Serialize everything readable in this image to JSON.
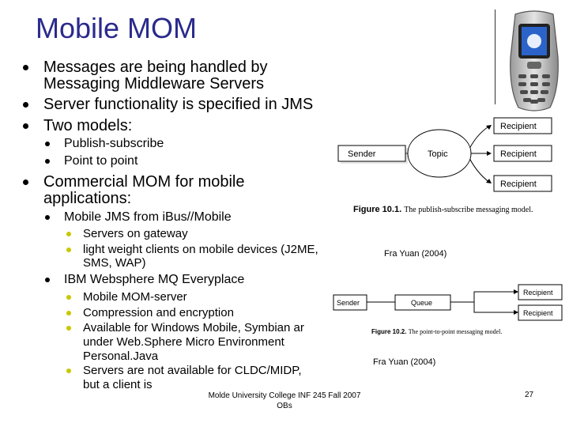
{
  "slide": {
    "title": "Mobile MOM",
    "bullets": {
      "messages_line1": "Messages are being handled by",
      "messages_line2": "Messaging Middleware Servers",
      "server_functionality": "Server functionality is specified in JMS",
      "two_models": "Two models:",
      "publish_subscribe": "Publish-subscribe",
      "point_to_point": "Point to point",
      "commercial_line1": "Commercial MOM for mobile",
      "commercial_line2": "applications:",
      "ibus_title": "Mobile JMS from iBus//Mobile",
      "ibus_gateway": "Servers on gateway",
      "ibus_clients_line1": "light weight clients on mobile devices (J2ME,",
      "ibus_clients_line2": "SMS, WAP)",
      "ibm_title": "IBM Websphere MQ Everyplace",
      "ibm_server": "Mobile MOM-server",
      "ibm_compression": "Compression and encryption",
      "ibm_available_line1": "Available for Windows Mobile, Symbian ar",
      "ibm_available_line2": "under Web.Sphere Micro Environment",
      "ibm_available_line3": "Personal.Java",
      "ibm_cldc_line1": "Servers are not available for CLDC/MIDP,",
      "ibm_cldc_line2": "but a client is"
    },
    "fig1": {
      "sender": "Sender",
      "topic": "Topic",
      "recipient": "Recipient",
      "caption_bold": "Figure 10.1.",
      "caption_text": "The publish-subscribe messaging model.",
      "credit": "Fra Yuan (2004)"
    },
    "fig2": {
      "sender": "Sender",
      "queue": "Queue",
      "recipient": "Recipient",
      "caption_bold": "Figure 10.2.",
      "caption_text": "The point-to-point messaging model.",
      "credit": "Fra Yuan (2004)"
    },
    "footer": {
      "line1": "Molde University College INF 245 Fall 2007",
      "line2": "OBs",
      "page": "27"
    },
    "colors": {
      "title": "#2a2a8c",
      "sub_bullet": "#c8c800"
    }
  }
}
